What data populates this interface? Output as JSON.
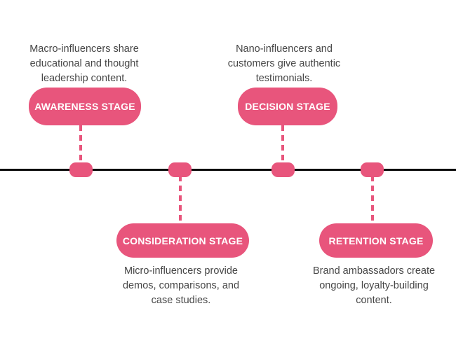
{
  "colors": {
    "accent_pink": "#E8557C",
    "axis_black": "#0D0D0D",
    "description_gray": "#464646",
    "badge_text_white": "#FFFFFF",
    "background": "#FFFFFF"
  },
  "timeline": {
    "stages": [
      {
        "id": "awareness",
        "label": "AWARENESS STAGE",
        "description": "Macro-influencers share\neducational and thought\nleadership content."
      },
      {
        "id": "consideration",
        "label": "CONSIDERATION STAGE",
        "description": "Micro-influencers provide\ndemos, comparisons, and\ncase studies."
      },
      {
        "id": "decision",
        "label": "DECISION STAGE",
        "description": "Nano-influencers and\ncustomers give authentic\ntestimonials."
      },
      {
        "id": "retention",
        "label": "RETENTION STAGE",
        "description": "Brand ambassadors create\nongoing, loyalty-building\ncontent."
      }
    ]
  }
}
